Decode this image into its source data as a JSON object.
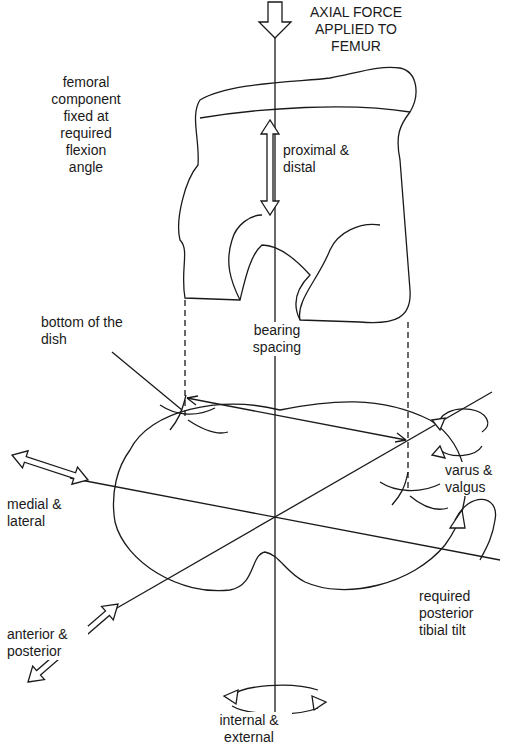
{
  "diagram": {
    "labels": [
      "AXIAL FORCE APPLIED TO FEMUR",
      "femoral component fixed at required flexion angle",
      "proximal & distal",
      "bottom of the dish",
      "bearing spacing",
      "varus & valgus",
      "medial & lateral",
      "anterior & posterior",
      "required posterior tibial tilt",
      "internal & external"
    ]
  }
}
